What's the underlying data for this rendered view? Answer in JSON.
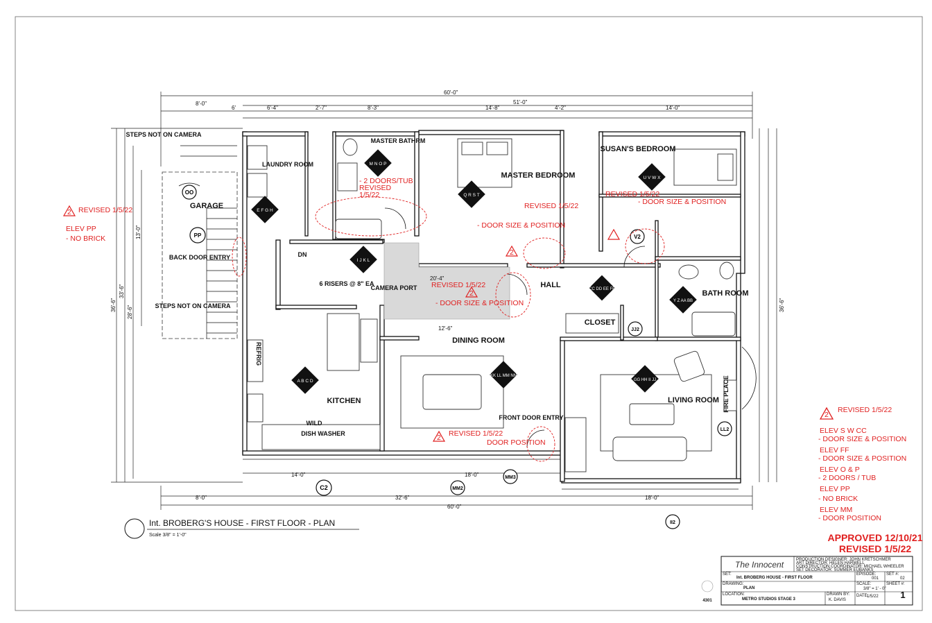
{
  "plan": {
    "title": "Int. BROBERG'S HOUSE - FIRST FLOOR - PLAN",
    "scale": "Scale 3/8\" = 1'-0\""
  },
  "rooms": {
    "laundry": "LAUNDRY ROOM",
    "garage": "GARAGE",
    "master_bath": "MASTER BATHRM",
    "master_bedroom": "MASTER BEDROOM",
    "susans_bedroom": "SUSAN'S BEDROOM",
    "hall": "HALL",
    "bath_room": "BATH ROOM",
    "closet": "CLOSET",
    "dining": "DINING ROOM",
    "kitchen": "KITCHEN",
    "living": "LIVING ROOM",
    "back_door": "BACK DOOR ENTRY",
    "front_door": "FRONT DOOR ENTRY",
    "camera_port": "CAMERA PORT",
    "risers": "6 RISERS @ 8\" EA",
    "steps_top": "STEPS NOT ON CAMERA",
    "steps_bottom": "STEPS NOT ON CAMERA",
    "refrig": "REFRIG",
    "dishwasher": "DISH WASHER",
    "fireplace": "FIRE PLACE",
    "dn": "DN",
    "wild": "WILD"
  },
  "dimensions": {
    "overall_top": "60'-0\"",
    "overall_top2": "51'-0\"",
    "overall_bottom": "60'-0\"",
    "bottom_left": "8'-0\"",
    "bottom_mid": "32'-6\"",
    "bottom_right": "18'-0\"",
    "top_left": "8'-0\"",
    "top_6": "6'",
    "top_64": "6'-4\"",
    "top_27": "2'-7\"",
    "top_83": "8'-3\"",
    "top_148": "14'-8\"",
    "top_42": "4'-2\"",
    "top_140": "14'-0\"",
    "left_366": "36'-6\"",
    "left_336": "33'-6\"",
    "left_286": "28'-6\"",
    "left_130": "13'-0\"",
    "right_366": "36'-6\"",
    "hall_204": "20'-4\"",
    "kitchen_126": "12'-6\"",
    "bottom_140": "14'-0\"",
    "bottom_180": "18'-0\""
  },
  "view_markers": [
    "OO",
    "PP",
    "V2",
    "JJ2",
    "LL2",
    "MM2",
    "MM3",
    "C2",
    "II2"
  ],
  "view_keys": [
    "E F G H",
    "M N O P",
    "Q R S T",
    "U V W X",
    "I J K L",
    "A B C D",
    "KK LL MM NN",
    "Y Z AA BB",
    "CC DD EE FF",
    "GG HH II JJ"
  ],
  "revisions": {
    "r_left": {
      "num": "2",
      "label": "REVISED 1/5/22",
      "note1": "ELEV PP",
      "note2": "- NO BRICK"
    },
    "r_bath": {
      "lines": [
        "- 2 DOORS/TUB",
        "REVISED",
        "1/5/22"
      ]
    },
    "r_master": {
      "num": "2",
      "label": "REVISED 1/5/22",
      "note": "- DOOR SIZE & POSITION"
    },
    "r_susan": {
      "label": "REVISED 1/5/22",
      "note": "- DOOR SIZE & POSITION"
    },
    "r_hall": {
      "num": "2",
      "label": "REVISED 1/5/22",
      "note": "- DOOR SIZE & POSITION"
    },
    "r_front": {
      "num": "2",
      "label": "REVISED 1/5/22",
      "note": "DOOR POSITION"
    },
    "r_list": {
      "num": "2",
      "title": "REVISED 1/5/22",
      "items": [
        {
          "head": "ELEV S W CC",
          "note": "- DOOR SIZE & POSITION"
        },
        {
          "head": "ELEV FF",
          "note": "- DOOR SIZE & POSITION"
        },
        {
          "head": "ELEV O & P",
          "note": "- 2 DOORS / TUB"
        },
        {
          "head": "ELEV PP",
          "note": "- NO BRICK"
        },
        {
          "head": "ELEV MM",
          "note": "- DOOR POSITION"
        }
      ]
    }
  },
  "approval": {
    "approved": "APPROVED 12/10/21",
    "revised": "REVISED 1/5/22"
  },
  "title_block": {
    "logo": "The Innocent",
    "credits": [
      "PRODUCTION DESIGNER: JOHN KRETSCHMER",
      "ART DIRECTOR: HELEN HARWELL",
      "CONSTRUCTION COORDINATOR: MICHAEL WHEELER",
      "SET DECORATOR: SUMMER EUBANKS"
    ],
    "set_label": "SET:",
    "set": "Int. BROBERG HOUSE - FIRST FLOOR",
    "episode_label": "EPISODE:",
    "episode": "001",
    "set_no_label": "SET #:",
    "set_no": "02",
    "drawing_label": "DRAWING:",
    "drawing": "PLAN",
    "scale_label": "SCALE:",
    "scale": "3/8\" = 1' - 0\"",
    "sheet_label": "SHEET #:",
    "sheet": "1",
    "location_label": "LOCATION:",
    "location": "METRO STUDIOS  STAGE 3",
    "drawn_label": "DRAWN BY:",
    "drawn": "K. DAVIS",
    "date_label": "DATE:",
    "date": "1/5/22",
    "stamp": "4301"
  }
}
